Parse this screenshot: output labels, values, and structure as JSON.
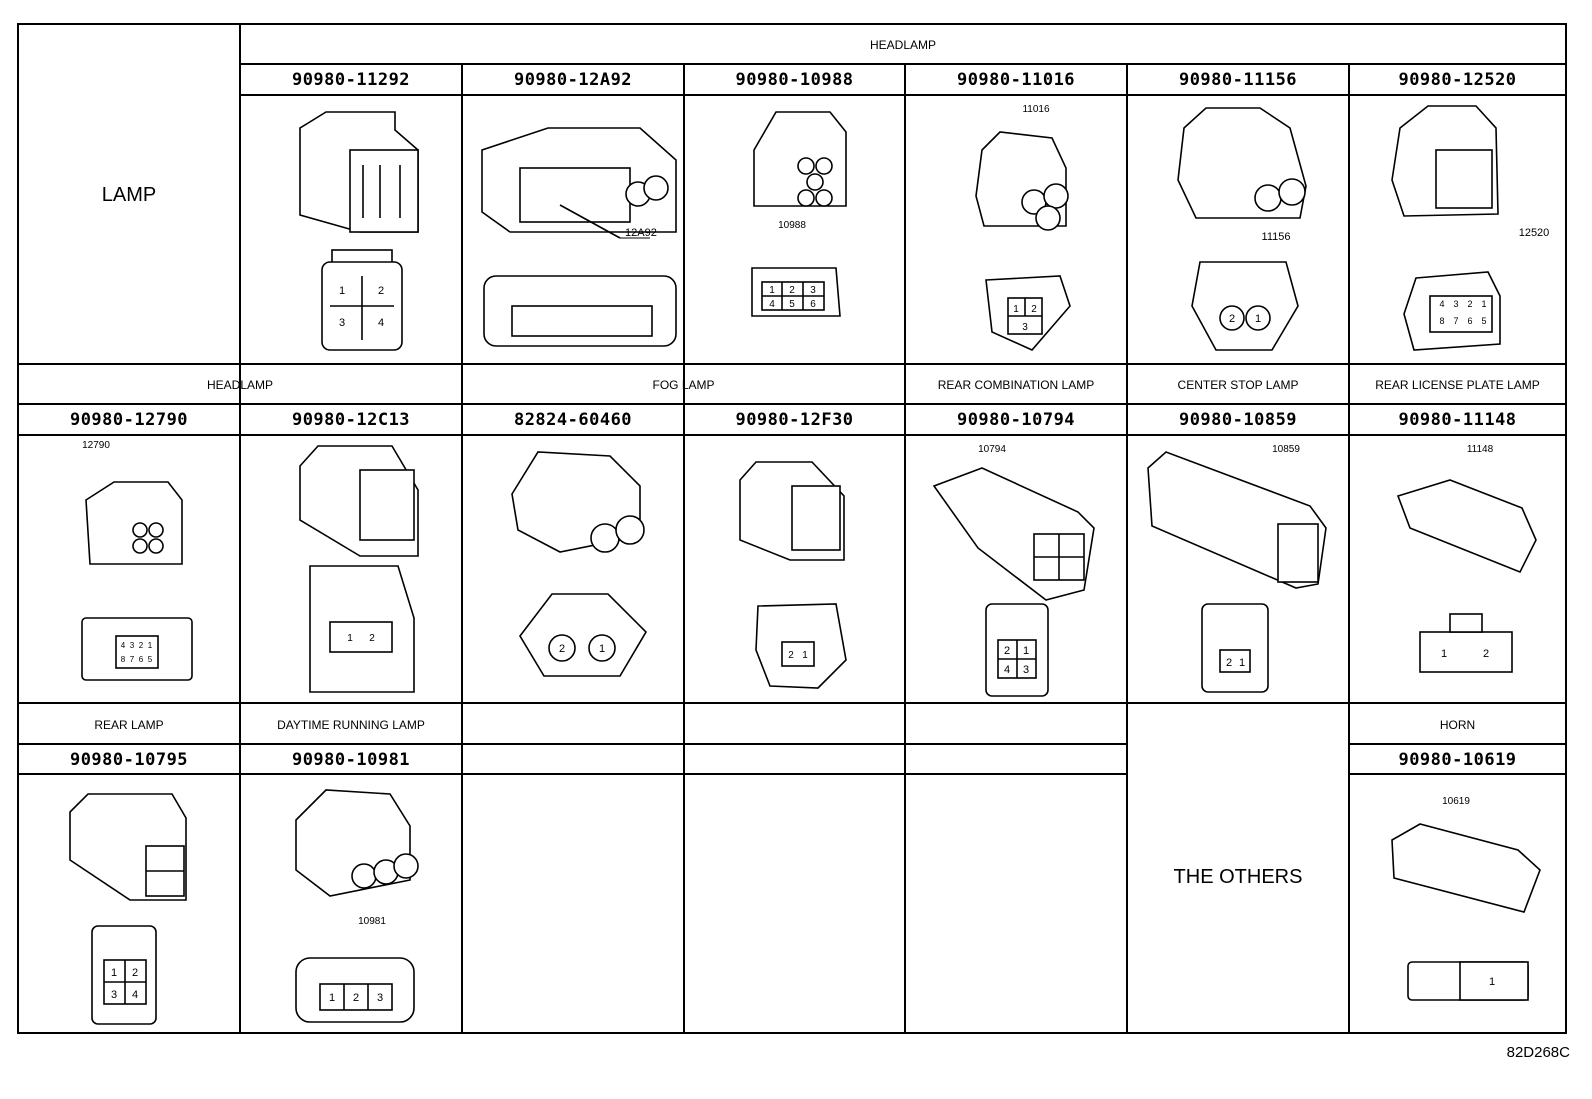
{
  "lamp_label": "LAMP",
  "others_label": "THE OTHERS",
  "drawing_code": "82D268C",
  "row1": {
    "category": "HEADLAMP",
    "parts": [
      "90980-11292",
      "90980-12A92",
      "90980-10988",
      "90980-11016",
      "90980-11156",
      "90980-12520"
    ],
    "callouts": [
      "12A92",
      "10988",
      "11016",
      "11156",
      "12520"
    ],
    "pins": {
      "p11292": [
        "1",
        "2",
        "3",
        "4"
      ],
      "p10988": [
        "1",
        "2",
        "3",
        "4",
        "5",
        "6"
      ],
      "p11016": [
        "1",
        "2",
        "3"
      ],
      "p11156": [
        "2",
        "1"
      ],
      "p12520": [
        "4",
        "3",
        "2",
        "1",
        "8",
        "7",
        "6",
        "5"
      ]
    }
  },
  "row2": {
    "categories": [
      "HEADLAMP",
      "FOG LAMP",
      "REAR COMBINATION LAMP",
      "CENTER STOP LAMP",
      "REAR LICENSE PLATE LAMP"
    ],
    "parts": [
      "90980-12790",
      "90980-12C13",
      "82824-60460",
      "90980-12F30",
      "90980-10794",
      "90980-10859",
      "90980-11148"
    ],
    "callouts": [
      "12790",
      "10794",
      "10859",
      "11148"
    ],
    "pins": {
      "p12790": [
        "4",
        "3",
        "2",
        "1",
        "8",
        "7",
        "6",
        "5"
      ],
      "p12c13": [
        "1",
        "2"
      ],
      "p60460": [
        "2",
        "1"
      ],
      "p12f30": [
        "2",
        "1"
      ],
      "p10794": [
        "2",
        "1",
        "4",
        "3"
      ],
      "p10859": [
        "2",
        "1"
      ],
      "p11148": [
        "1",
        "2"
      ]
    }
  },
  "row3": {
    "categories": [
      "REAR LAMP",
      "DAYTIME RUNNING LAMP",
      "HORN"
    ],
    "parts": [
      "90980-10795",
      "90980-10981",
      "90980-10619"
    ],
    "callouts": [
      "10981",
      "10619"
    ],
    "pins": {
      "p10795": [
        "1",
        "2",
        "3",
        "4"
      ],
      "p10981": [
        "1",
        "2",
        "3"
      ],
      "p10619": [
        "1"
      ]
    }
  }
}
